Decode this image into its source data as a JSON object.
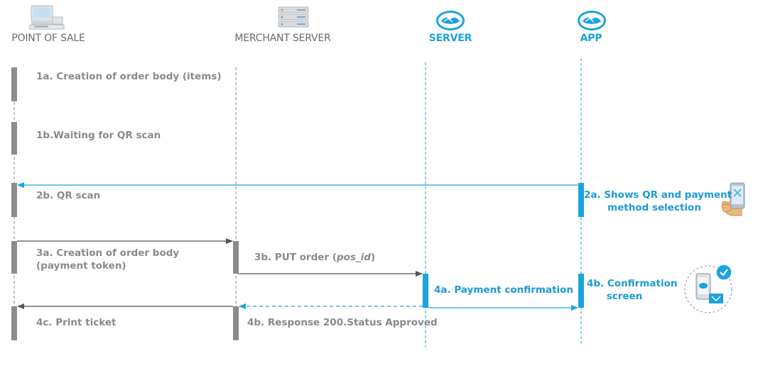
{
  "actors": {
    "pos": "POINT OF SALE",
    "merchant": "MERCHANT SERVER",
    "server": "SERVER",
    "app": "APP"
  },
  "steps": {
    "s1a": "1a. Creation of order body (items)",
    "s1b": "1b.Waiting for QR scan",
    "s2b": "2b. QR scan",
    "s2a_line1": "2a. Shows QR and payment",
    "s2a_line2": "method selection",
    "s3a_line1": "3a. Creation of order body",
    "s3a_line2": "(payment token)",
    "s3b_prefix": "3b. PUT order (",
    "s3b_italic": "pos_id",
    "s3b_suffix": ")",
    "s4a": "4a. Payment confirmation",
    "s4b_app_line1": "4b. Confirmation",
    "s4b_app_line2": "screen",
    "s4c": "4c. Print ticket",
    "s4b_resp": "4b. Response 200.Status Approved"
  },
  "icons": {
    "pos": "pos-terminal-icon",
    "merchant": "server-rack-icon",
    "server": "handshake-logo-icon",
    "app": "handshake-logo-icon",
    "phone_qr": "hand-phone-qr-icon",
    "confirm": "phone-confirmation-icon"
  },
  "colors": {
    "gray": "#8a8a8a",
    "blue": "#1aa3de",
    "bar_gray": "#8c8c8c",
    "bar_blue": "#0ea5e9"
  }
}
